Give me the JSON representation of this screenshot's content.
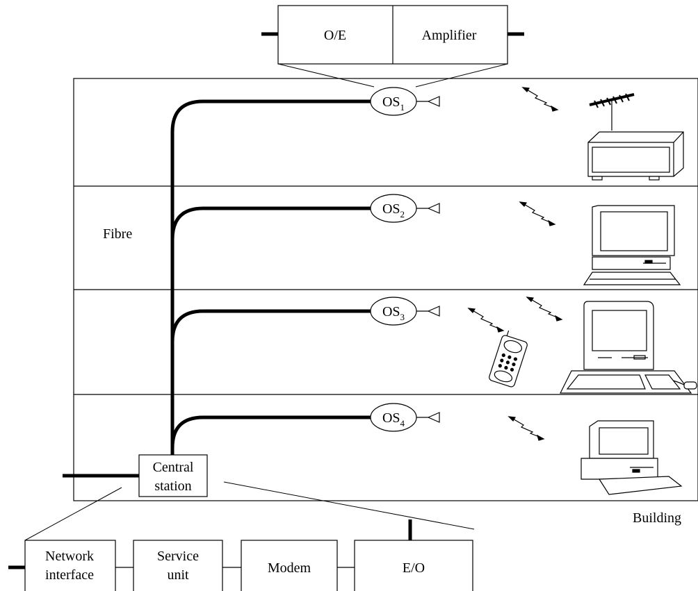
{
  "top_module": {
    "oe_label": "O/E",
    "amplifier_label": "Amplifier"
  },
  "fibre_label": "Fibre",
  "building_label": "Building",
  "central_station": {
    "line1": "Central",
    "line2": "station"
  },
  "optical_stations": [
    {
      "prefix": "OS",
      "index": "1",
      "device": "tv-receiver"
    },
    {
      "prefix": "OS",
      "index": "2",
      "device": "desktop-computer"
    },
    {
      "prefix": "OS",
      "index": "3",
      "device": "workstation-and-mobile-phone"
    },
    {
      "prefix": "OS",
      "index": "4",
      "device": "desktop-computer"
    }
  ],
  "bottom_chain": {
    "network_interface": {
      "line1": "Network",
      "line2": "interface"
    },
    "service_unit": {
      "line1": "Service",
      "line2": "unit"
    },
    "modem": "Modem",
    "eo": "E/O"
  },
  "icons": [
    "antenna-icon",
    "tv-receiver-icon",
    "desktop-computer-icon",
    "workstation-icon",
    "mobile-phone-icon",
    "mouse-icon",
    "wireless-link-icon",
    "antenna-triangle-icon"
  ]
}
